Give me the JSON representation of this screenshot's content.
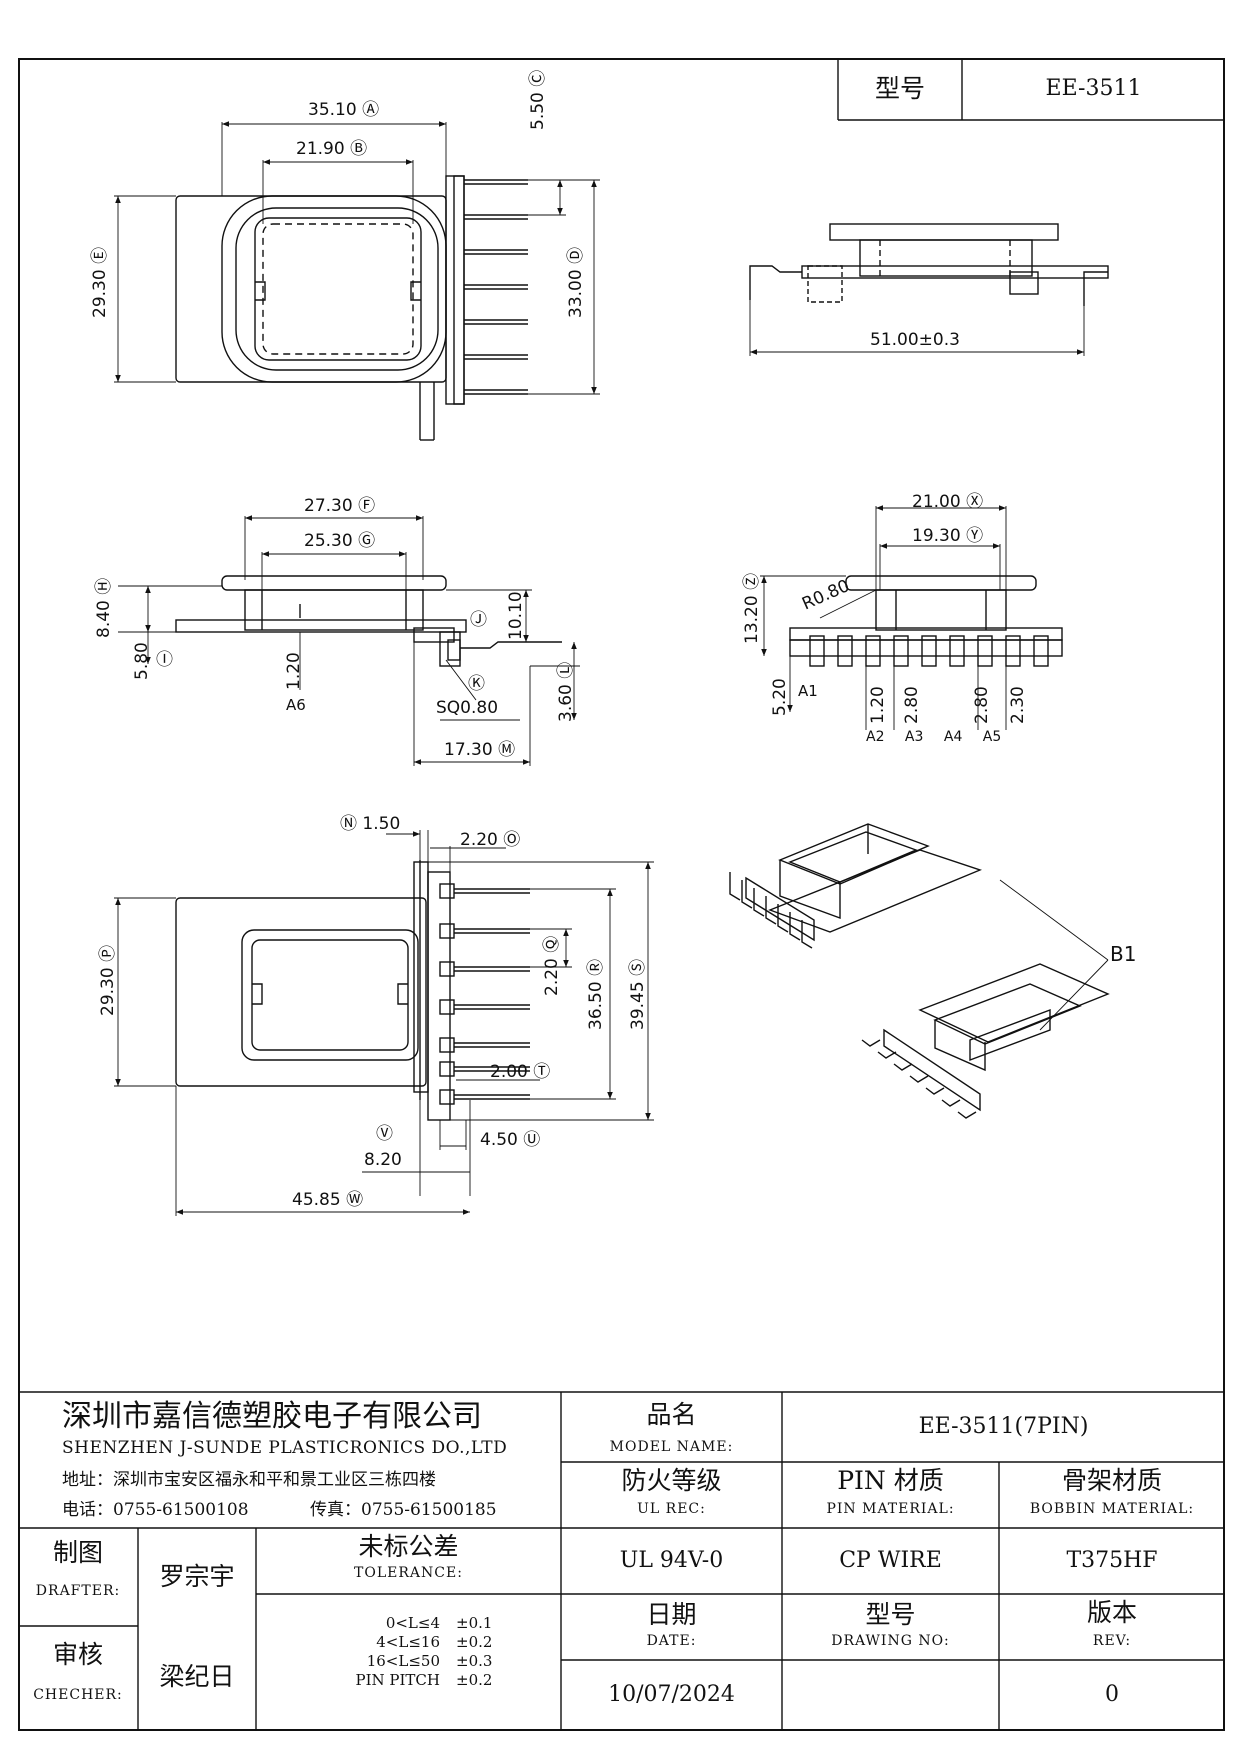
{
  "header": {
    "model_label": "型号",
    "model_value": "EE-3511"
  },
  "dimensions": {
    "top_view": {
      "A": "35.10",
      "B": "21.90",
      "C": "5.50",
      "D": "33.00",
      "E": "29.30"
    },
    "side_view": {
      "length": "51.00±0.3"
    },
    "front_view": {
      "F": "27.30",
      "G": "25.30",
      "H": "8.40",
      "J": "10.10",
      "I": "5.80",
      "A6": "1.20",
      "K": "SQ0.80",
      "L": "3.60",
      "M": "17.30"
    },
    "end_view": {
      "X": "21.00",
      "Y": "19.30",
      "Z": "13.20",
      "R": "R0.80",
      "A1": "5.20",
      "A2": "1.20",
      "A3": "2.80",
      "A4": "2.80",
      "A5": "2.30"
    },
    "bottom_view": {
      "N": "1.50",
      "O": "2.20",
      "P": "29.30",
      "Q": "2.20",
      "R": "36.50",
      "S": "39.45",
      "T": "2.00",
      "U": "4.50",
      "V": "8.20",
      "W": "45.85"
    },
    "iso_view": {
      "callout": "B1"
    }
  },
  "title_block": {
    "company_cn": "深圳市嘉信德塑胶电子有限公司",
    "company_en": "SHENZHEN J-SUNDE PLASTICRONICS DO.,LTD",
    "address": "地址：深圳市宝安区福永和平和景工业区三栋四楼",
    "phone": "电话：0755-61500108",
    "fax": "传真：0755-61500185",
    "model_name_cn": "品名",
    "model_name_en": "MODEL NAME:",
    "model_name_value": "EE-3511(7PIN)",
    "ul_cn": "防火等级",
    "ul_en": "UL REC:",
    "ul_value": "UL 94V-0",
    "pin_cn": "PIN 材质",
    "pin_en": "PIN MATERIAL:",
    "pin_value": "CP WIRE",
    "bobbin_cn": "骨架材质",
    "bobbin_en": "BOBBIN MATERIAL:",
    "bobbin_value": "T375HF",
    "drafter_cn": "制图",
    "drafter_en": "DRAFTER:",
    "drafter_name": "罗宗宇",
    "checker_cn": "审核",
    "checker_en": "CHECHER:",
    "checker_name": "梁纪日",
    "tolerance_cn": "未标公差",
    "tolerance_en": "TOLERANCE:",
    "tolerances": [
      {
        "range": "0<L≤4",
        "value": "±0.1"
      },
      {
        "range": "4<L≤16",
        "value": "±0.2"
      },
      {
        "range": "16<L≤50",
        "value": "±0.3"
      },
      {
        "range": "PIN PITCH",
        "value": "±0.2"
      }
    ],
    "date_cn": "日期",
    "date_en": "DATE:",
    "date_value": "10/07/2024",
    "drawing_no_cn": "型号",
    "drawing_no_en": "DRAWING NO:",
    "rev_cn": "版本",
    "rev_en": "REV:",
    "rev_value": "0"
  }
}
